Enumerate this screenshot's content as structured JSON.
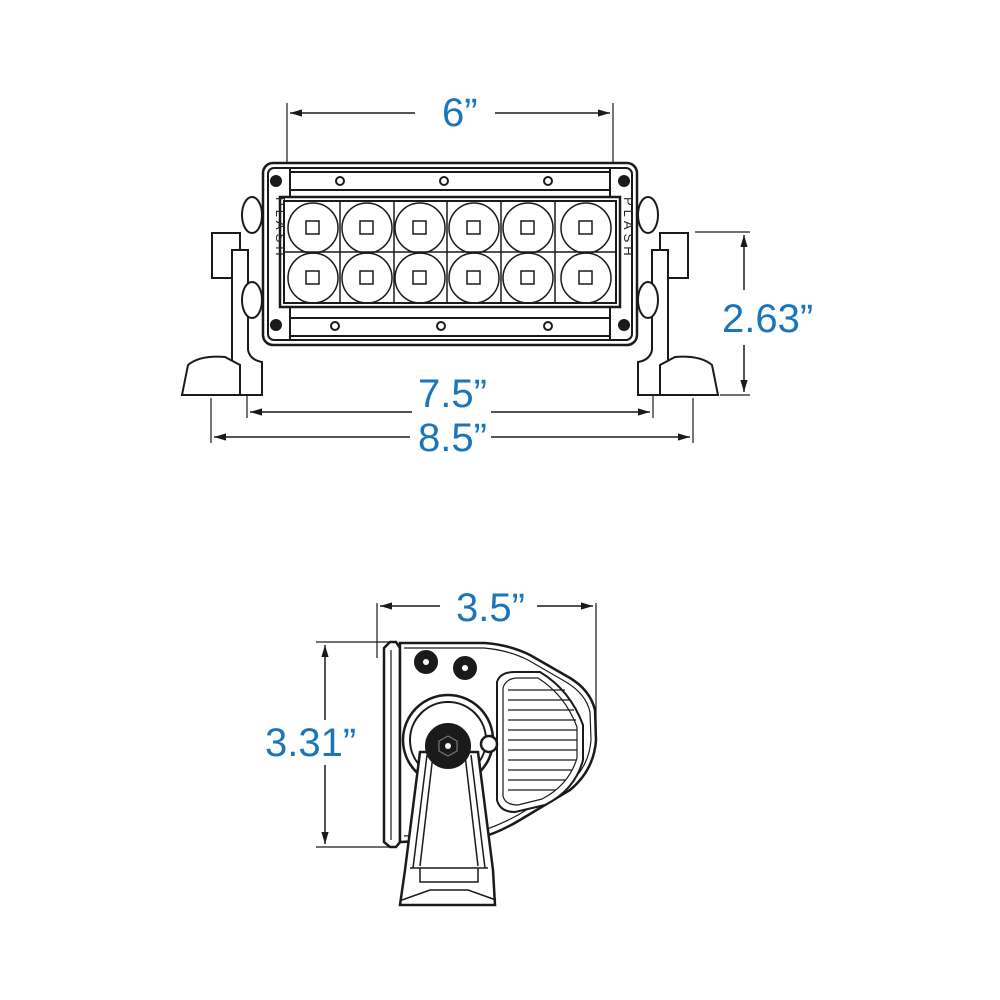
{
  "diagram": {
    "subject": "LED light bar dimension drawing",
    "brand_text": "PLASH",
    "accent_color": "#1a75bb",
    "line_color": "#1a1a1a",
    "front_view": {
      "led_rows": 2,
      "led_columns": 6,
      "dimensions": {
        "lens_width": "6”",
        "height": "2.63”",
        "mount_inner_width": "7.5”",
        "overall_width": "8.5”"
      }
    },
    "side_view": {
      "dimensions": {
        "depth": "3.5”",
        "height": "3.31”"
      }
    }
  }
}
